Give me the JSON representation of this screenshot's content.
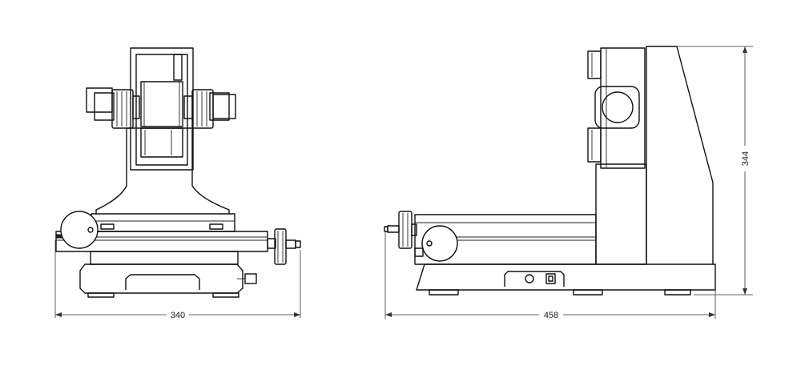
{
  "dimensions": {
    "front_width": "340",
    "side_depth": "458",
    "side_height": "344"
  }
}
